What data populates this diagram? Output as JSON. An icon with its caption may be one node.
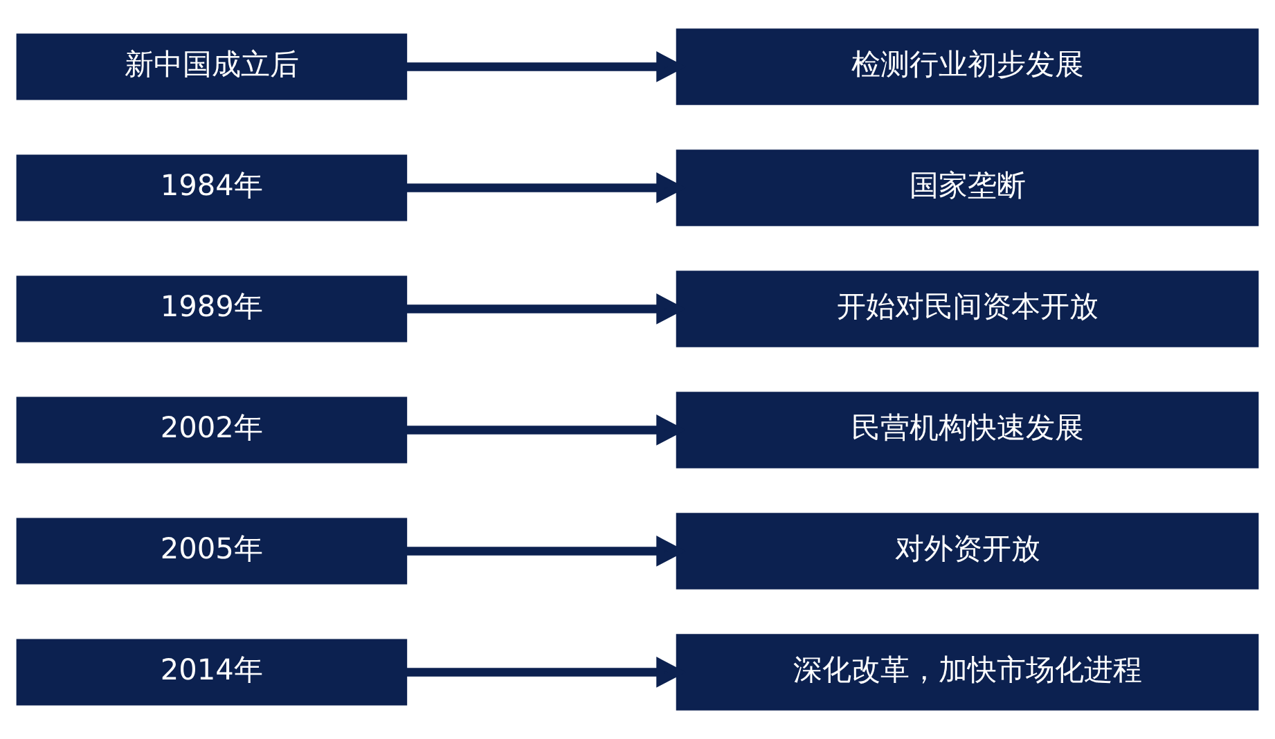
{
  "diagram": {
    "nodes": [
      {
        "text": [
          "新中国成立后"
        ]
      },
      {
        "text": [
          "检测行业初步发展"
        ]
      },
      {
        "text": [
          "1984年"
        ]
      },
      {
        "text": [
          "国家垄断"
        ]
      },
      {
        "text": [
          "1989年"
        ]
      },
      {
        "text": [
          "开始对民间资本开放"
        ]
      },
      {
        "text": [
          "2002年"
        ]
      },
      {
        "text": [
          "民营机构快速发展"
        ]
      },
      {
        "text": [
          "2005年"
        ]
      },
      {
        "text": [
          "对外资开放"
        ]
      },
      {
        "text": [
          "2014年"
        ]
      },
      {
        "text": [
          "深化改革，加快市场化进程"
        ]
      }
    ],
    "edges": [
      {
        "from": 0,
        "to": 1,
        "arrow": "to"
      },
      {
        "from": 2,
        "to": 3,
        "arrow": "to"
      },
      {
        "from": 4,
        "to": 5,
        "arrow": "to"
      },
      {
        "from": 6,
        "to": 7,
        "arrow": "to"
      },
      {
        "from": 8,
        "to": 9,
        "arrow": "to"
      },
      {
        "from": 10,
        "to": 11,
        "arrow": "to"
      }
    ]
  }
}
